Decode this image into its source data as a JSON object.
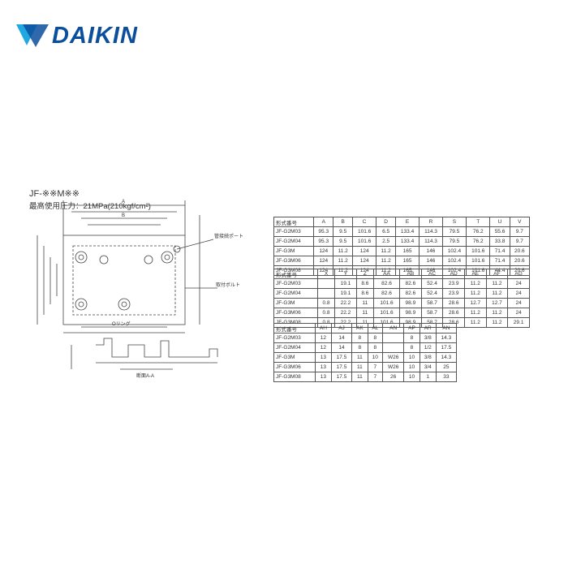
{
  "brand": {
    "name": "DAIKIN",
    "color": "#0b4f9c",
    "icon": "daikin-delta-icon"
  },
  "drawing": {
    "model": "JF-※※M※※",
    "pressure": "最高使用圧力：21MPa(210kgf/cm²)",
    "callouts": {
      "port": "管接続ポート",
      "mount": "取付ボルト",
      "section": "断面A-A",
      "o_ring": "Oリング",
      "dim_a": "A",
      "dim_b": "B"
    }
  },
  "tables": [
    {
      "rows": [
        [
          "形式番号",
          "A",
          "B",
          "C",
          "D",
          "E",
          "R",
          "S",
          "T",
          "U",
          "V"
        ],
        [
          "JF-G2M03",
          "95.3",
          "9.5",
          "101.6",
          "6.5",
          "133.4",
          "114.3",
          "79.5",
          "76.2",
          "55.6",
          "9.7"
        ],
        [
          "JF-G2M04",
          "95.3",
          "9.5",
          "101.6",
          "2.5",
          "133.4",
          "114.3",
          "79.5",
          "76.2",
          "33.8",
          "9.7"
        ],
        [
          "JF-G3M",
          "124",
          "11.2",
          "124",
          "11.2",
          "165",
          "146",
          "102.4",
          "101.6",
          "71.4",
          "20.6"
        ],
        [
          "JF-G3M06",
          "124",
          "11.2",
          "124",
          "11.2",
          "165",
          "146",
          "102.4",
          "101.6",
          "71.4",
          "20.6"
        ],
        [
          "JF-G3M08",
          "124",
          "11.2",
          "124",
          "11.2",
          "165",
          "146",
          "102.4",
          "101.6",
          "44.4",
          "20.6"
        ]
      ]
    },
    {
      "rows": [
        [
          "形式番号",
          "X",
          "Y",
          "Z",
          "AA",
          "AB",
          "AC",
          "AD",
          "AE",
          "AF",
          "AG"
        ],
        [
          "JF-G2M03",
          "",
          "19.1",
          "8.6",
          "82.6",
          "82.6",
          "52.4",
          "23.9",
          "11.2",
          "11.2",
          "24"
        ],
        [
          "JF-G2M04",
          "",
          "19.1",
          "8.6",
          "82.6",
          "82.6",
          "52.4",
          "23.9",
          "11.2",
          "11.2",
          "24"
        ],
        [
          "JF-G3M",
          "0.8",
          "22.2",
          "11",
          "101.6",
          "98.9",
          "58.7",
          "28.6",
          "12.7",
          "12.7",
          "24"
        ],
        [
          "JF-G3M06",
          "0.8",
          "22.2",
          "11",
          "101.6",
          "98.9",
          "58.7",
          "28.6",
          "11.2",
          "11.2",
          "24"
        ],
        [
          "JF-G3M08",
          "0.8",
          "22.2",
          "11",
          "101.6",
          "98.9",
          "58.7",
          "28.6",
          "11.2",
          "11.2",
          "29.1"
        ]
      ]
    },
    {
      "rows": [
        [
          "形式番号",
          "AH",
          "AJ",
          "AK",
          "AL",
          "AN",
          "AP",
          "AR",
          "AN"
        ],
        [
          "JF-G2M03",
          "12",
          "14",
          "8",
          "8",
          "",
          "8",
          "3/8",
          "14.3"
        ],
        [
          "JF-G2M04",
          "12",
          "14",
          "8",
          "8",
          "",
          "8",
          "1/2",
          "17.5"
        ],
        [
          "JF-G3M",
          "13",
          "17.5",
          "11",
          "10",
          "W26",
          "10",
          "3/8",
          "14.3"
        ],
        [
          "JF-G3M06",
          "13",
          "17.5",
          "11",
          "7",
          "W26",
          "10",
          "3/4",
          "25"
        ],
        [
          "JF-G3M08",
          "13",
          "17.5",
          "11",
          "7",
          "26",
          "10",
          "1",
          "33"
        ]
      ]
    }
  ]
}
